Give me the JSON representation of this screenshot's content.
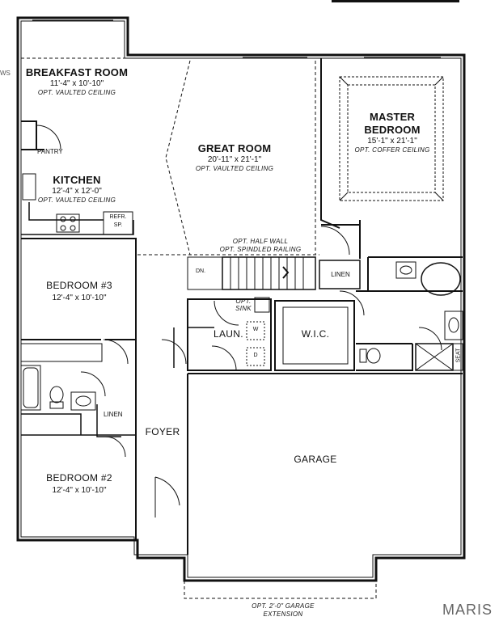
{
  "edge_text": "WS",
  "rooms": {
    "breakfast": {
      "name": "BREAKFAST ROOM",
      "dims": "11'-4\" x 10'-10\"",
      "note": "OPT. VAULTED CEILING"
    },
    "great": {
      "name": "GREAT ROOM",
      "dims": "20'-11\" x 21'-1\"",
      "note": "OPT. VAULTED CEILING"
    },
    "master": {
      "name_line1": "MASTER",
      "name_line2": "BEDROOM",
      "dims": "15'-1\" x 21'-1\"",
      "note": "OPT. COFFER CEILING"
    },
    "pantry": {
      "name": "PANTRY"
    },
    "kitchen": {
      "name": "KITCHEN",
      "dims": "12'-4\" x 12'-0\"",
      "note": "OPT. VAULTED CEILING"
    },
    "refr": {
      "line1": "REFR.",
      "line2": "SP."
    },
    "halfwall": {
      "line1": "OPT. HALF WALL",
      "line2": "OPT. SPINDLED RAILING"
    },
    "dn": {
      "name": "DN."
    },
    "linen1": {
      "name": "LINEN"
    },
    "bedroom3": {
      "name": "BEDROOM #3",
      "dims": "12'-4\" x 10'-10\""
    },
    "sink": {
      "line1": "OPT.",
      "line2": "SINK"
    },
    "laundry": {
      "name": "LAUN.",
      "washer": "W",
      "dryer": "D"
    },
    "wic": {
      "name": "W.I.C."
    },
    "seat": {
      "name": "SEAT"
    },
    "linen2": {
      "name": "LINEN"
    },
    "foyer": {
      "name": "FOYER"
    },
    "garage": {
      "name": "GARAGE"
    },
    "bedroom2": {
      "name": "BEDROOM #2",
      "dims": "12'-4\" x 10'-10\""
    },
    "extension": {
      "line1": "OPT. 2'-0\" GARAGE",
      "line2": "EXTENSION"
    }
  },
  "brand": "MARIS"
}
